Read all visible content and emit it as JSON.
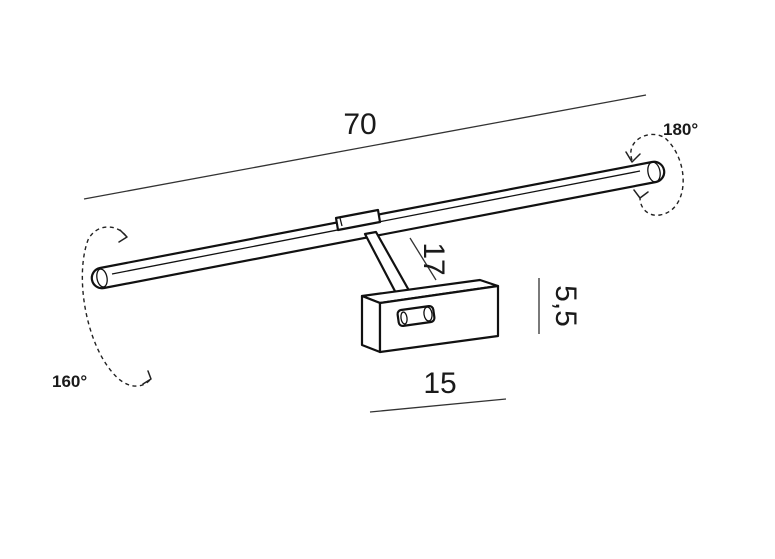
{
  "diagram": {
    "dimensions": {
      "length": "70",
      "arm": "17",
      "height": "5,5",
      "base_width": "15"
    },
    "rotations": {
      "right": "180°",
      "left": "160°"
    }
  }
}
